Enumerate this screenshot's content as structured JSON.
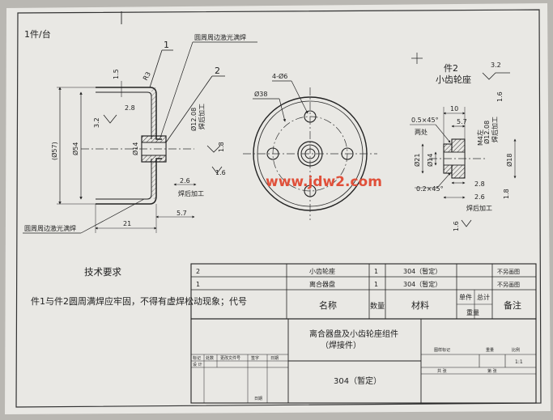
{
  "header": {
    "qty": "1件/台"
  },
  "front_view": {
    "balloon_1": "1",
    "balloon_2": "2",
    "note_top_weld": "圆周周边激光满焊",
    "note_bottom_weld": "圆周周边激光满焊",
    "d_thk": "1.5",
    "d_r": "R3",
    "d_28": "2.8",
    "d_32": "3.2",
    "d_57": "(Ø57)",
    "d_54": "Ø54",
    "d_14": "Ø14",
    "d_12": "Ø12.08",
    "d_weld_machining": "焊后加工",
    "d_18": "1.8",
    "d_16": "1.6",
    "d_26": "2.6",
    "d_weld_machining_2": "焊后加工",
    "d_57b": "5.7",
    "d_21": "21"
  },
  "end_view": {
    "holes": "4-Ø6",
    "d_38": "Ø38"
  },
  "watermark": "www.jdw2.com",
  "part2": {
    "title_no": "件2",
    "title_name": "小齿轮座",
    "rough": "3.2",
    "d_10": "10",
    "d_57": "5.7",
    "chamfer_a": "0.5×45°",
    "chamfer_a_note": "两处",
    "d_21": "Ø21",
    "d_14": "Ø14",
    "d_12": "Ø12.08",
    "thread": "M4左",
    "weld_machining": "焊后加工",
    "d_18": "Ø18",
    "d_16": "1.6",
    "chamfer_b": "0.2×45°",
    "d_28": "2.8",
    "d_26": "2.6",
    "d_18b": "1.8",
    "weld_machining_2": "焊后加工",
    "d_16b": "1.6"
  },
  "tech_req": {
    "title": "技术要求",
    "text": "件1与件2圆周满焊应牢固，不得有虚焊松动现象；代号"
  },
  "bom": {
    "rows": [
      {
        "no": "2",
        "name": "小齿轮座",
        "qty": "1",
        "material": "304（暂定）",
        "note": "不另画图"
      },
      {
        "no": "1",
        "name": "离合器盘",
        "qty": "1",
        "material": "304（暂定）",
        "note": "不另画图"
      }
    ],
    "header": {
      "name": "名称",
      "qty": "数量",
      "material": "材料",
      "unit": "单件",
      "total": "总计",
      "weight": "重量",
      "note": "备注"
    }
  },
  "title_block": {
    "drawing_title": "离合器盘及小齿轮座组件",
    "drawing_sub": "（焊接件）",
    "material": "304（暂定）",
    "rev_labels": [
      "标记",
      "处数",
      "更改文件号",
      "签字",
      "日期"
    ],
    "designer": "设 计",
    "date": "日期",
    "stage": "图样标记",
    "weight": "重量",
    "scale": "比例",
    "scale_value": "1:1",
    "sheets": "共    张",
    "sheet_no": "第    张"
  }
}
